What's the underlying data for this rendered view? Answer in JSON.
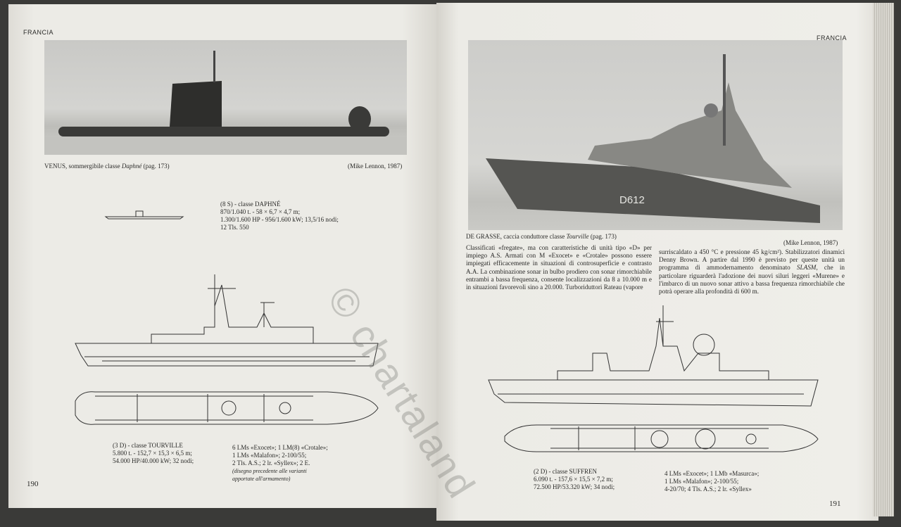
{
  "left_page": {
    "header": "FRANCIA",
    "photo_caption": "VENUS, sommergibile classe",
    "photo_caption_italic": "Daphné",
    "photo_caption_ref": "(pag. 173)",
    "photo_credit": "(Mike Lennon, 1987)",
    "daphne_spec": [
      "(8 S) - classe DAPHNÉ",
      "870/1.040 t. - 58 × 6,7 × 4,7 m;",
      "1.300/1.600 HP - 956/1.600 kW; 13,5/16 nodi;",
      "12 Tls. 550"
    ],
    "tourville_spec": [
      "(3 D) - classe TOURVILLE",
      "5.800 t. - 152,7 × 15,3 × 6,5 m;",
      "54.000 HP/40.000 kW; 32 nodi;"
    ],
    "tourville_arms": [
      "6 LMs «Exocet»; 1 LM(8) «Crotale»;",
      "1 LMs «Malafon»; 2-100/55;",
      "2 Tls. A.S.; 2 lr. «Syllex»; 2 E."
    ],
    "tourville_note": [
      "(disegno precedente alle varianti",
      "apportate all'armamento)"
    ],
    "page_number": "190"
  },
  "right_page": {
    "header": "FRANCIA",
    "photo_caption": "DE GRASSE, caccia conduttore classe",
    "photo_caption_italic": "Tourville",
    "photo_caption_ref": "(pag. 173)",
    "photo_credit": "(Mike Lennon, 1987)",
    "hull_number": "D612",
    "body_col1": "Classificati «fregate», ma con caratteristiche di unità tipo «D» per impiego A.S. Armati con M «Exocet» e «Crotale» possono essere impiegati efficacemente in situazioni di controsuperficie e contrasto A.A. La combinazione sonar in bulbo prodiero con sonar rimorchiabile entrambi a bassa frequenza, consente localizzazioni da 8 a 10.000 m e in situazioni favorevoli sino a 20.000. Turboriduttori Rateau (vapore",
    "body_col2_a": "surriscaldato a 450 °C e pressione 45 kg/cm²). Stabilizzatori dinamici Denny Brown. A partire dal 1990 è previsto per queste unità un programma di ammodernamento denominato ",
    "body_col2_italic": "SLASM",
    "body_col2_b": ", che in particolare riguarderà l'adozione dei nuovi siluri leggeri «Murene» e l'imbarco di un nuovo sonar attivo a bassa frequenza rimorchiabile che potrà operare alla profondità di 600 m.",
    "suffren_spec": [
      "(2 D) - classe SUFFREN",
      "6.090 t. - 157,6 × 15,5 × 7,2 m;",
      "72.500 HP/53.320 kW; 34 nodi;"
    ],
    "suffren_arms": [
      "4 LMs «Exocet»; 1 LMb «Masurca»;",
      "1 LMs «Malafon»; 2-100/55;",
      "4-20/70; 4 Tls. A.S.; 2 lr. «Syllex»"
    ],
    "page_number": "191"
  },
  "watermark": "© chartaland"
}
